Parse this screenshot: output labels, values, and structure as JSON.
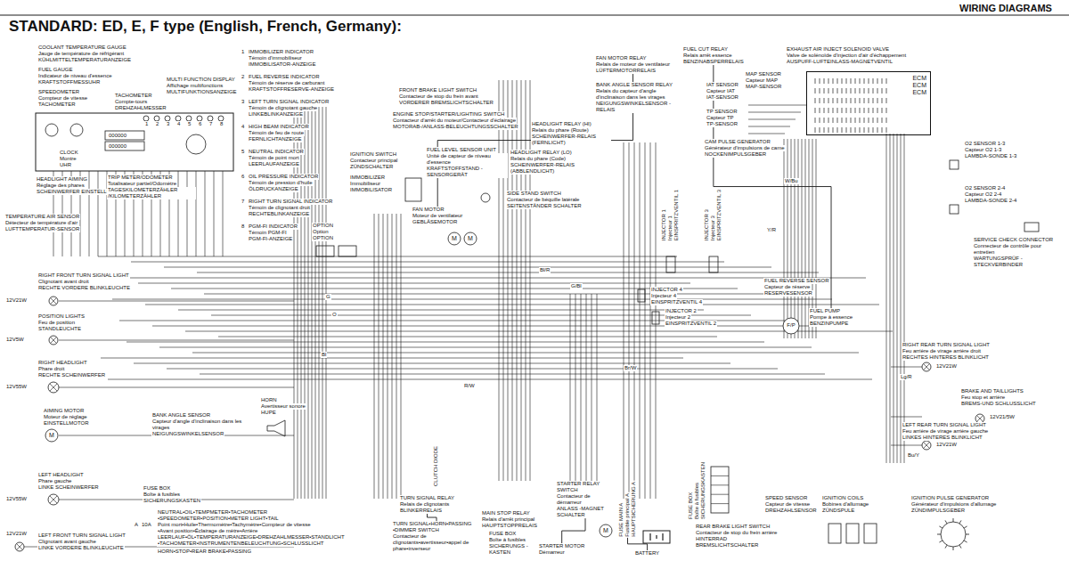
{
  "diagram": {
    "title": "STANDARD: ED, E, F type (English, French, Germany):",
    "nodes": [
      {
        "text": [
          "COOLANT TEMPERATURE GAUGE",
          "Jauge de température de réfrigérant",
          "KÜHLMITTELTEMPERATURANZEIGE"
        ]
      },
      {
        "text": [
          "FUEL GAUGE",
          "Indicateur de niveau d'essence",
          "KRAFTSTOFFMESSUHR"
        ]
      },
      {
        "text": [
          "SPEEDOMETER",
          "Compteur de vitesse",
          "TACHOMETER"
        ]
      },
      {
        "text": [
          "TACHOMETER",
          "Compte-tours",
          "DREHZAHLMESSER"
        ]
      },
      {
        "text": [
          "MULTI FUNCTION DISPLAY",
          "Affichage multifonctions",
          "MULTIFUNKTIONSANZEIGE"
        ]
      },
      {
        "text": [
          "CLOCK",
          "Montre",
          "UHR"
        ]
      },
      {
        "text": [
          "HEADLIGHT AIMING",
          "Réglage des phares",
          "SCHEINWERFER EINSTELLUNG"
        ]
      },
      {
        "text": [
          "TRIP METER/ODOMETER",
          "Totalisateur partiel/Odomètre",
          "TAGESKILOMETERZÄHLER /KILOMETERZÄHLER"
        ]
      },
      {
        "text": [
          "IMMOBILIZER INDICATOR",
          "Témoin d'immobiliseur",
          "IMMOBILISATOR-ANZEIGE"
        ]
      },
      {
        "text": [
          "FUEL REVERSE INDICATOR",
          "Témoin de réserve de carburant",
          "KRAFTSTOFFRESERVE-ANZEIGE"
        ]
      },
      {
        "text": [
          "LEFT TURN SIGNAL INDICATOR",
          "Témoin de clignotant gauche",
          "LINKEBLINKANZEIGE"
        ]
      },
      {
        "text": [
          "HIGH BEAM INDICATOR",
          "Témoin de feu de route",
          "FERNLICHTANZEIGE"
        ]
      },
      {
        "text": [
          "NEUTRAL INDICATOR",
          "Témoin de point mort",
          "LEERLAUFANZEIGE"
        ]
      },
      {
        "text": [
          "OIL PRESSURE INDICATOR",
          "Témoin de pression d'huile",
          "ÖLDRUCKANZEIGE"
        ]
      },
      {
        "text": [
          "RIGHT TURN SIGNAL INDICATOR",
          "Témoin de clignotant droit",
          "RECHTEBLINKANZEIGE"
        ]
      },
      {
        "text": [
          "PGM-FI INDICATOR",
          "Témoin PGM-FI",
          "PGM-FI-ANZEIGE"
        ]
      },
      {
        "text": [
          "TEMPERATURE AIR SENSOR",
          "Détecteur de température d'air",
          "LUFTTEMPERATUR-SENSOR"
        ]
      },
      {
        "text": [
          "RIGHT FRONT TURN SIGNAL LIGHT",
          "Clignotant avant droit",
          "RECHTE VORDERE BLINKLEUCHTE"
        ]
      },
      {
        "text": [
          "POSITION LIGHTS",
          "Feu de position",
          "STANDLEUCHTE"
        ]
      },
      {
        "text": [
          "RIGHT HEADLIGHT",
          "Phare droit",
          "RECHTE SCHEINWERFER"
        ]
      },
      {
        "text": [
          "AIMING MOTOR",
          "Moteur de réglage",
          "EINSTELLMOTOR"
        ]
      },
      {
        "text": [
          "LEFT HEADLIGHT",
          "Phare gauche",
          "LINKE SCHEINWERFER"
        ]
      },
      {
        "text": [
          "LEFT FRONT TURN SIGNAL LIGHT",
          "Clignotant avant gauche",
          "LINKE VORDERE BLINKLEUCHTE"
        ]
      },
      {
        "text": [
          "IGNITION SWITCH",
          "Contacteur principal",
          "ZÜNDSCHALTER"
        ]
      },
      {
        "text": [
          "IMMOBILIZER",
          "Immobiliseur",
          "IMMOBILISATOR"
        ]
      },
      {
        "text": [
          "FRONT BRAKE LIGHT SWITCH",
          "Contacteur de stop du frein avant",
          "VORDERER BREMSLICHTSCHALTER"
        ]
      },
      {
        "text": [
          "ENGINE STOP/STARTER/LIGHTING SWITCH",
          "Contacteur d'arrêt du moteur/Contacteur d'éclairage",
          "MOTORAB-/ANLASS-BELEUCHTUNGSSCHALTER"
        ]
      },
      {
        "text": [
          "FUEL LEVEL SENSOR UNIT",
          "Unité de capteur de niveau d'essence",
          "KRAFTSTOFFSTAND -SENSORGERÄT"
        ]
      },
      {
        "text": [
          "HEADLIGHT RELAY (LO)",
          "Relais du phare (Code)",
          "SCHEINWERFER-RELAIS (ABBLENDLICHT)"
        ]
      },
      {
        "text": [
          "SIDE STAND SWITCH",
          "Contacteur de béquille latérale",
          "SEITENSTÄNDER SCHALTER"
        ]
      },
      {
        "text": [
          "HEADLIGHT RELAY (HI)",
          "Relais du phare (Route)",
          "SCHEINWERFER-RELAIS (FERNLICHT)"
        ]
      },
      {
        "text": [
          "FAN MOTOR",
          "Moteur de ventilateur",
          "GEBLÄSEMOTOR"
        ]
      },
      {
        "text": [
          "OPTION",
          "Option",
          "OPTION"
        ]
      },
      {
        "text": [
          "FAN MOTOR RELAY",
          "Relais de moteur de ventilateur",
          "LÜFTERMOTORRELAIS"
        ]
      },
      {
        "text": [
          "BANK ANGLE SENSOR RELAY",
          "Relais du capteur d'angle d'inclinaison dans les virages",
          "NEIGUNGSWINKELSENSOR -RELAIS"
        ]
      },
      {
        "text": [
          "FUEL CUT RELAY",
          "Relais arrêt essence",
          "BENZINABSPERRELAIS"
        ]
      },
      {
        "text": [
          "IAT SENSOR",
          "Capteur IAT",
          "IAT-SENSOR"
        ]
      },
      {
        "text": [
          "TP SENSOR",
          "Capteur TP",
          "TP-SENSOR"
        ]
      },
      {
        "text": [
          "CAM PULSE GENERATOR",
          "Générateur d'impulsions de came",
          "NOCKENIMPULSGEBER"
        ]
      },
      {
        "text": [
          "MAP SENSOR",
          "Capteur MAP",
          "MAP-SENSOR"
        ]
      },
      {
        "text": [
          "EXHAUST AIR INJECT SOLENOID VALVE",
          "Valve de solénoïde d'injection d'air d'échappement",
          "AUSPUFF-LUFTEINLASS-MAGNETVENTIL"
        ]
      },
      {
        "text": [
          "ECM",
          "ECM",
          "ECM"
        ]
      },
      {
        "text": [
          "O2 SENSOR 1-3",
          "Capteur O2 1-3",
          "LAMBDA-SONDE 1-3"
        ]
      },
      {
        "text": [
          "O2 SENSOR 2-4",
          "Capteur O2 2-4",
          "LAMBDA-SONDE 2-4"
        ]
      },
      {
        "text": [
          "SERVICE CHECK CONNECTOR",
          "Connecteur de contrôle pour entretien",
          "WARTUNGSPRÜF -STECKVERBINDER"
        ]
      },
      {
        "text": [
          "INJECTOR 1",
          "Injecteur 1",
          "EINSPRITZVENTIL 1"
        ]
      },
      {
        "text": [
          "INJECTOR 3",
          "Injecteur 3",
          "EINSPRITZVENTIL 3"
        ]
      },
      {
        "text": [
          "INJECTOR 4",
          "Injecteur 4",
          "EINSPRITZVENTIL 4"
        ]
      },
      {
        "text": [
          "INJECTOR 2",
          "Injecteur 2",
          "EINSPRITZVENTIL 2"
        ]
      },
      {
        "text": [
          "FUEL REVERSE SENSOR",
          "Capteur de réserve",
          "RESERVESENSOR"
        ]
      },
      {
        "text": [
          "FUEL PUMP",
          "Pompe à essence",
          "BENZINPUMPE"
        ]
      },
      {
        "text": [
          "RIGHT REAR TURN SIGNAL LIGHT",
          "Feu arrière de virage arrière droit",
          "RECHTES HINTERES BLINKLICHT"
        ]
      },
      {
        "text": [
          "BRAKE AND TAILLIGHTS",
          "Feu stop et arrière",
          "BREMS-UND SCHLUSSLICHT"
        ]
      },
      {
        "text": [
          "LEFT REAR TURN SIGNAL LIGHT",
          "Feu arrière de virage arrière gauche",
          "LINKES HINTERES BLINKLICHT"
        ]
      },
      {
        "text": [
          "HORN",
          "Avertisseur sonore",
          "HUPE"
        ]
      },
      {
        "text": [
          "BANK ANGLE SENSOR",
          "Capteur d'angle d'inclinaison dans les virages",
          "NEIGUNGSWINKELSENSOR"
        ]
      },
      {
        "text": [
          "FUSE BOX",
          "Boîte à fusibles",
          "SICHERUNGSKASTEN"
        ]
      },
      {
        "text": [
          "TURN SIGNAL RELAY",
          "Relais de clignotants",
          "BLINKERRELAIS"
        ]
      },
      {
        "text": [
          "CLUTCH DIODE"
        ]
      },
      {
        "text": [
          "TURN SIGNAL•HORN•PASSING •DIMMER SWITCH",
          "Contacteur de clignotants•avertisseur•appel de phare•inverseur"
        ]
      },
      {
        "text": [
          "FUSE BOX",
          "Boîte à fusibles",
          "SICHERUNGS -KASTEN"
        ]
      },
      {
        "text": [
          "STARTER RELAY SWITCH",
          "Contacteur de démarreur",
          "ANLASS -MAGNET SCHALTER"
        ]
      },
      {
        "text": [
          "MAIN STOP RELAY",
          "Relais d'arrêt principal",
          "HAUPTSTOPPRELAIS"
        ]
      },
      {
        "text": [
          "STARTER MOTOR",
          "Démarreur"
        ]
      },
      {
        "text": [
          "FUSE MAIN A",
          "Fusible principal A",
          "HAUPTSICHERUNG A"
        ]
      },
      {
        "text": [
          "BATTERY"
        ]
      },
      {
        "text": [
          "FUSE BOX",
          "Boîte à fusibles",
          "SICHERUNGSKASTEN"
        ]
      },
      {
        "text": [
          "REAR BRAKE LIGHT SWITCH",
          "Contacteur de stop du frein arrière",
          "HINTERRAD BREMSLICHTSCHALTER"
        ]
      },
      {
        "text": [
          "SPEED SENSOR",
          "Capteur de vitesse",
          "DREHZAHLSENSOR"
        ]
      },
      {
        "text": [
          "IGNITION COILS",
          "Bobines d'allumage",
          "ZÜNDSPULE"
        ]
      },
      {
        "text": [
          "IGNITION PULSE GENERATOR",
          "Générateur d'impulsions d'allumage",
          "ZÜNDIMPULSGEBER"
        ]
      }
    ],
    "edges": [
      {
        "from": 61,
        "to": 63,
        "arrow": "none"
      },
      {
        "from": 65,
        "to": 64,
        "arrow": "none"
      },
      {
        "from": 35,
        "to": 50,
        "arrow": "none"
      },
      {
        "from": 33,
        "to": 31,
        "arrow": "none"
      },
      {
        "from": 57,
        "to": 59,
        "arrow": "none"
      }
    ],
    "labels": [
      "WIRING DIAGRAMS",
      "1",
      "2",
      "3",
      "4",
      "5",
      "6",
      "7",
      "8",
      "1",
      "2",
      "3",
      "4",
      "5",
      "6",
      "7",
      "8",
      "000000",
      "000000",
      "M",
      "M",
      "M",
      "M",
      "F/P",
      "12V21W",
      "12V5W",
      "12V55W",
      "12V55W",
      "12V21W",
      "12V21W",
      "12V21/5W",
      "12V21W",
      "A",
      "10A",
      "NEUTRAL•OIL•TEMPMETER•TACHOMETER",
      "•SPEEDOMETER•POSITION•METER LIGHT•TAIL",
      "Point mort•Huile•Thermomètre•Tachymètre•Compteur de vitesse",
      "•Avant position•Éclairage de mètre•Arrière",
      "LEERLAUF•ÖL•TEMPERATURANZEIGE•DREHZAHLMESSER•STANDLICHT",
      "•TACHOMETER•INSTRUMENTENBELEUCHTUNG•SCHLUSSLICHT",
      "HORN•STOP•REAR BRAKE•PASSING",
      "Bl/R",
      "G/Bl",
      "Y/R",
      "W/Bu",
      "Br/W",
      "Lg/R",
      "Bu/Y",
      "G",
      "O",
      "Bl",
      "R/W"
    ]
  }
}
